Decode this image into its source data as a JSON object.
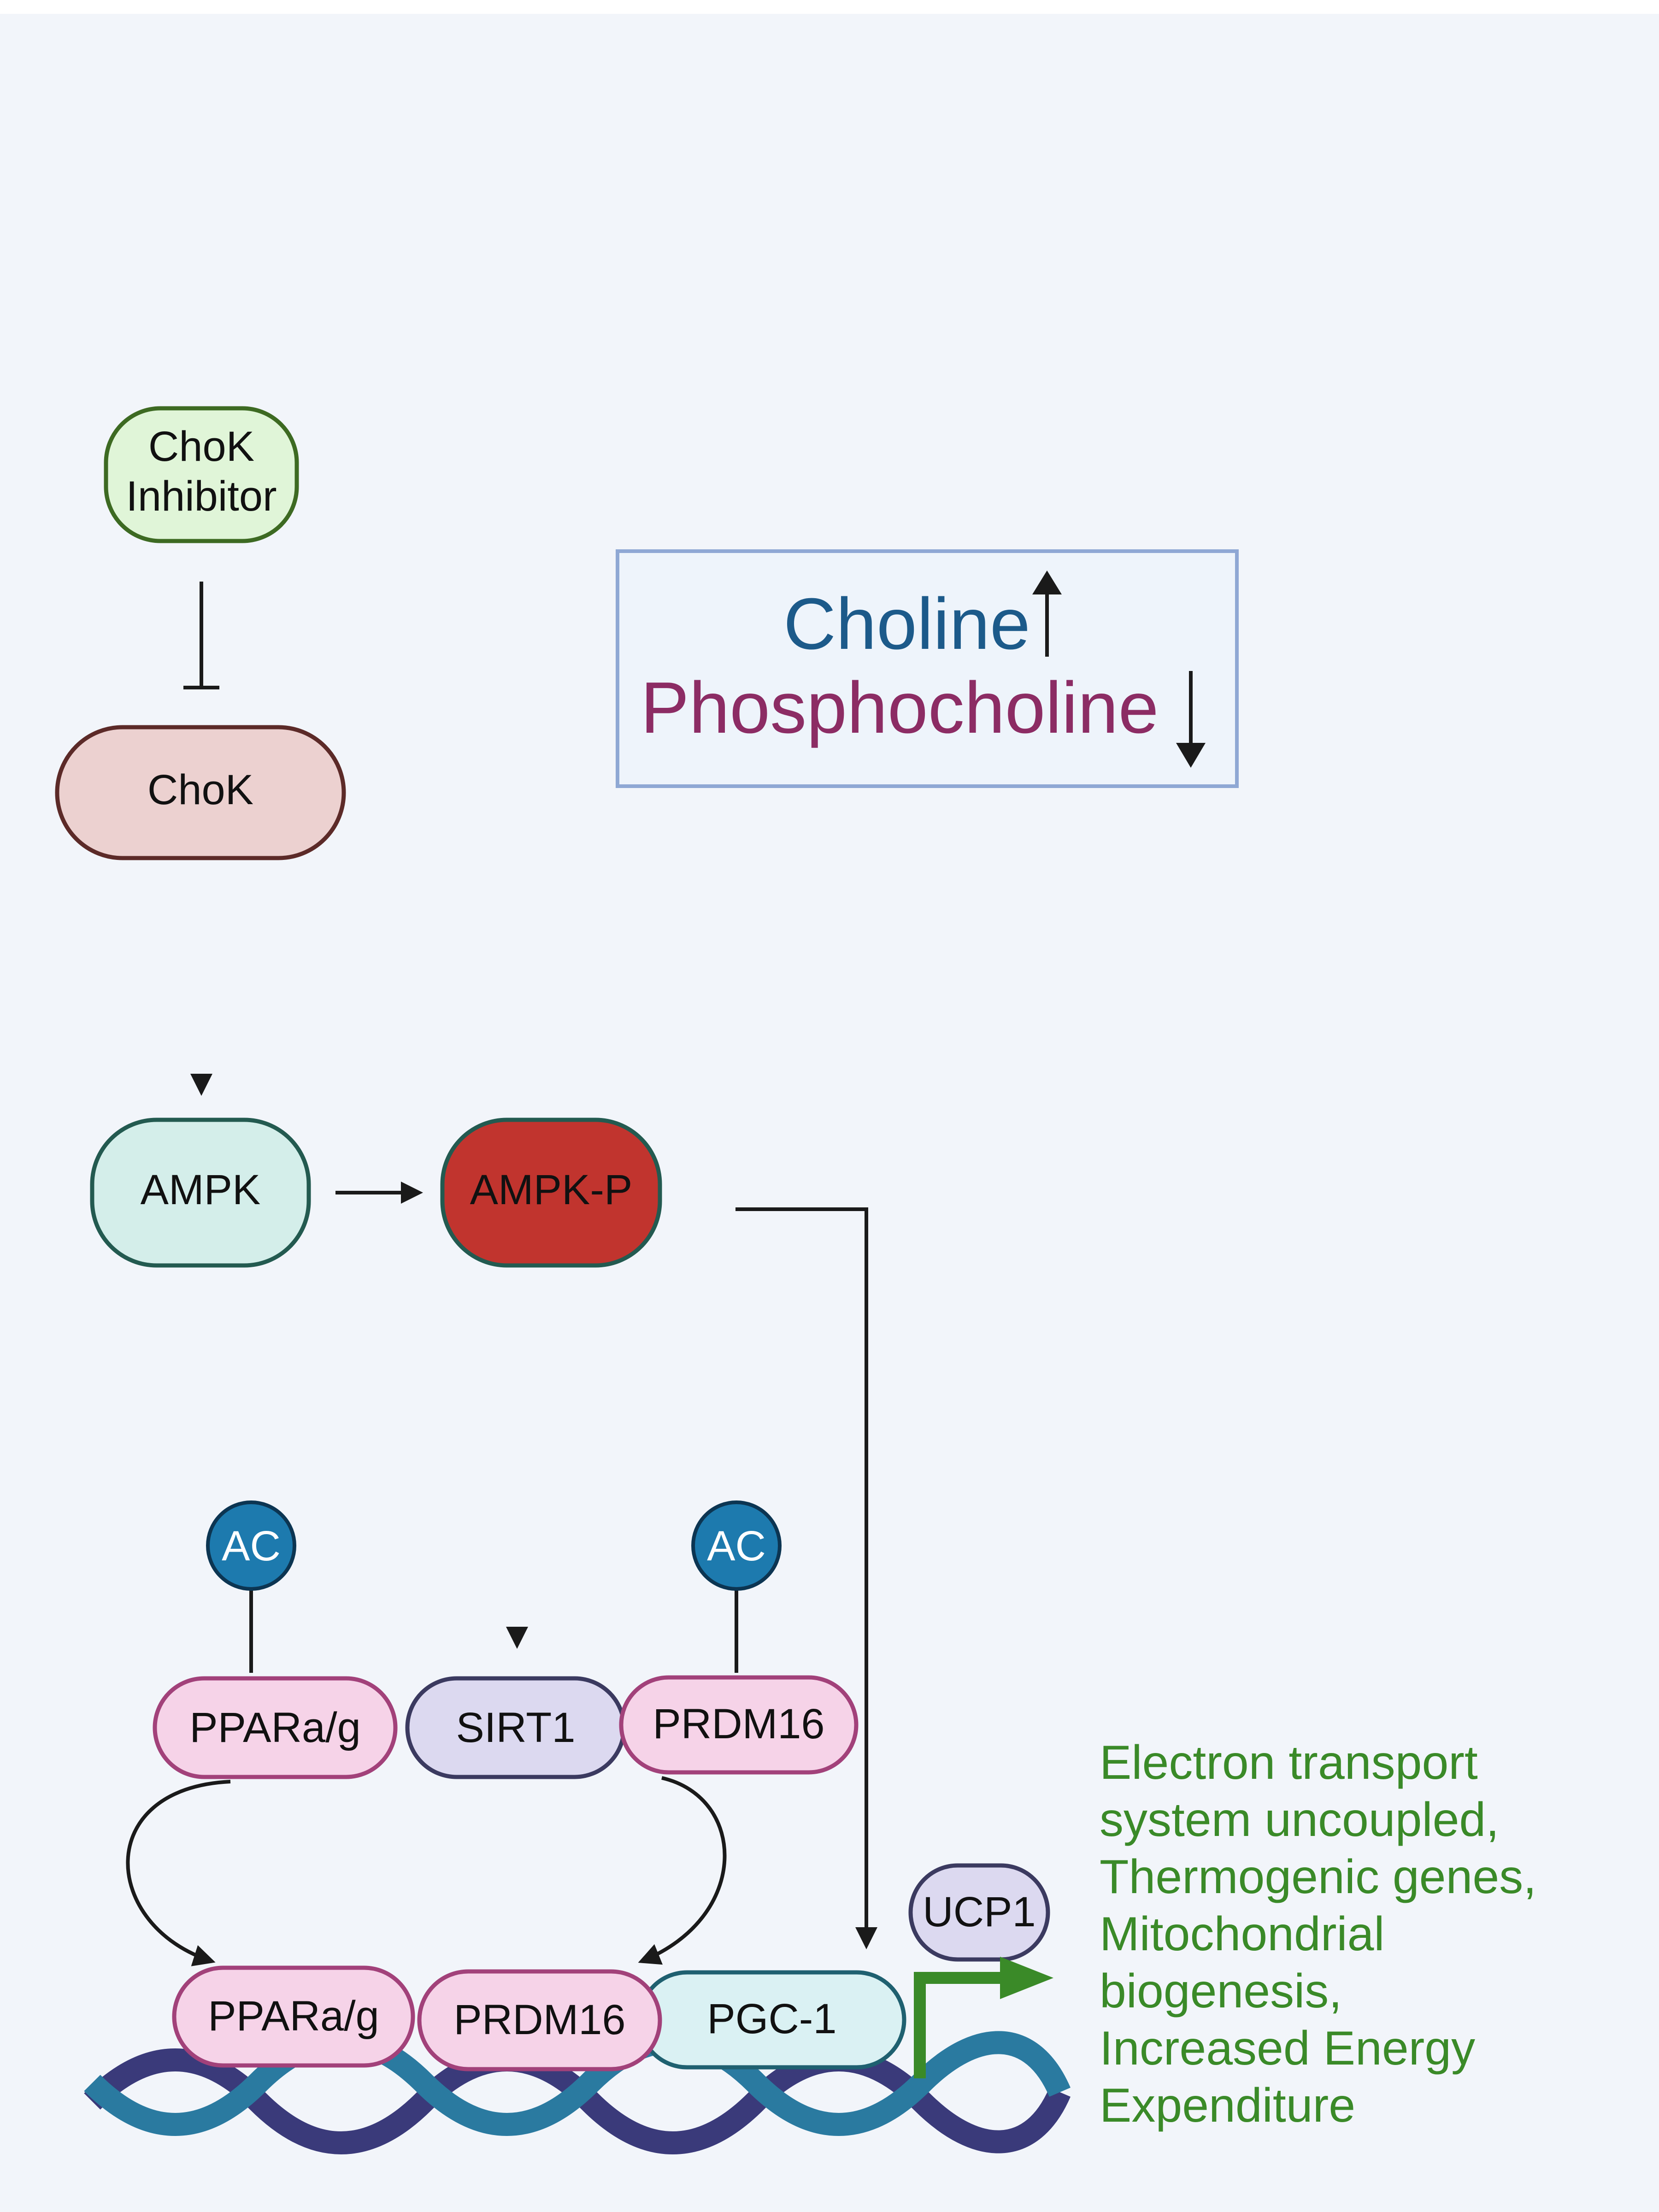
{
  "colors": {
    "background": "#f2f5fa",
    "edge": "#1a1a1a",
    "green_box_fill": "#e0f5d8",
    "green_box_stroke": "#3d6a22",
    "chok_fill": "#ecd1d0",
    "chok_stroke": "#5c2a28",
    "teal_fill": "#d4eeea",
    "teal_stroke": "#235a50",
    "red_fill": "#c1342e",
    "red_stroke": "#235a50",
    "pink_fill": "#f6d3e8",
    "pink_stroke": "#a2417a",
    "lavender_fill": "#dcd9f0",
    "lavender_stroke": "#3b3a60",
    "cyan_fill": "#daf1f3",
    "cyan_stroke": "#1f6070",
    "ac_fill": "#1d7aae",
    "ac_stroke": "#0c3552",
    "choline": "#1c5a8a",
    "phosphocholine": "#8c2c64",
    "legend_fill": "#eef4fb",
    "legend_stroke": "#8fa8d4",
    "outcome": "#3a8a28",
    "helix_a": "#3a3a7a",
    "helix_b": "#2a7aa0",
    "promoter": "#3a8a28"
  },
  "nodes": {
    "chok_inhibitor": {
      "line1": "ChoK",
      "line2": "Inhibitor"
    },
    "chok": {
      "label": "ChoK"
    },
    "ampk": {
      "label": "AMPK"
    },
    "ampk_p": {
      "label": "AMPK-P"
    },
    "ac_left": {
      "label": "AC"
    },
    "ac_right": {
      "label": "AC"
    },
    "ppar_top": {
      "label": "PPARa/g"
    },
    "sirt1": {
      "label": "SIRT1"
    },
    "prdm16_top": {
      "label": "PRDM16"
    },
    "ppar_bottom": {
      "label": "PPARa/g"
    },
    "prdm16_bottom": {
      "label": "PRDM16"
    },
    "pgc1": {
      "label": "PGC-1"
    },
    "ucp1": {
      "label": "UCP1"
    }
  },
  "metabolites": {
    "choline": "Choline",
    "phosphocholine": "Phosphocholine"
  },
  "outcome": {
    "lines": [
      "Electron transport",
      "system uncoupled,",
      "Thermogenic genes,",
      "Mitochondrial",
      "biogenesis,",
      "Increased Energy",
      "Expenditure"
    ]
  }
}
